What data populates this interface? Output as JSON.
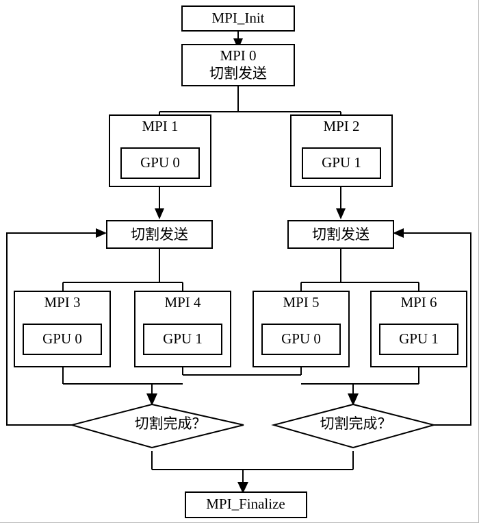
{
  "diagram": {
    "title": "MPI multi-GPU split-and-send flowchart",
    "type": "flowchart",
    "colors": {
      "background": "#ffffff",
      "stroke": "#000000",
      "fill": "#ffffff",
      "border": "#b9b9b9"
    },
    "nodes": {
      "mpi_init": {
        "label": "MPI_Init",
        "shape": "rect"
      },
      "mpi0": {
        "label_line1": "MPI 0",
        "label_line2": "切割发送",
        "shape": "rect"
      },
      "mpi1": {
        "label": "MPI 1",
        "gpu": "GPU 0",
        "shape": "rect-nested"
      },
      "mpi2": {
        "label": "MPI 2",
        "gpu": "GPU 1",
        "shape": "rect-nested"
      },
      "split_left": {
        "label": "切割发送",
        "shape": "rect"
      },
      "split_right": {
        "label": "切割发送",
        "shape": "rect"
      },
      "mpi3": {
        "label": "MPI 3",
        "gpu": "GPU 0",
        "shape": "rect-nested"
      },
      "mpi4": {
        "label": "MPI 4",
        "gpu": "GPU 1",
        "shape": "rect-nested"
      },
      "mpi5": {
        "label": "MPI 5",
        "gpu": "GPU 0",
        "shape": "rect-nested"
      },
      "mpi6": {
        "label": "MPI 6",
        "gpu": "GPU 1",
        "shape": "rect-nested"
      },
      "decision_left": {
        "label": "切割完成？",
        "shape": "diamond"
      },
      "decision_right": {
        "label": "切割完成？",
        "shape": "diamond"
      },
      "mpi_finalize": {
        "label": "MPI_Finalize",
        "shape": "rect"
      }
    },
    "edges": [
      {
        "from": "mpi_init",
        "to": "mpi0",
        "arrow": true
      },
      {
        "from": "mpi0",
        "to": "mpi1",
        "arrow": true
      },
      {
        "from": "mpi0",
        "to": "mpi2",
        "arrow": true
      },
      {
        "from": "mpi1",
        "to": "split_left",
        "arrow": true
      },
      {
        "from": "mpi2",
        "to": "split_right",
        "arrow": true
      },
      {
        "from": "split_left",
        "to": "mpi3",
        "arrow": true
      },
      {
        "from": "split_left",
        "to": "mpi4",
        "arrow": true
      },
      {
        "from": "split_right",
        "to": "mpi5",
        "arrow": true
      },
      {
        "from": "split_right",
        "to": "mpi6",
        "arrow": true
      },
      {
        "from": "mpi3",
        "to": "decision_left",
        "arrow": true
      },
      {
        "from": "mpi4",
        "to": "decision_left",
        "arrow": true
      },
      {
        "from": "mpi5",
        "to": "decision_right",
        "arrow": true
      },
      {
        "from": "mpi6",
        "to": "decision_right",
        "arrow": true
      },
      {
        "from": "decision_left",
        "to": "split_left",
        "arrow": true,
        "kind": "feedback-left"
      },
      {
        "from": "decision_right",
        "to": "split_right",
        "arrow": true,
        "kind": "feedback-right"
      },
      {
        "from": "decision_left",
        "to": "mpi_finalize",
        "arrow": true
      },
      {
        "from": "decision_right",
        "to": "mpi_finalize",
        "arrow": true
      }
    ]
  }
}
